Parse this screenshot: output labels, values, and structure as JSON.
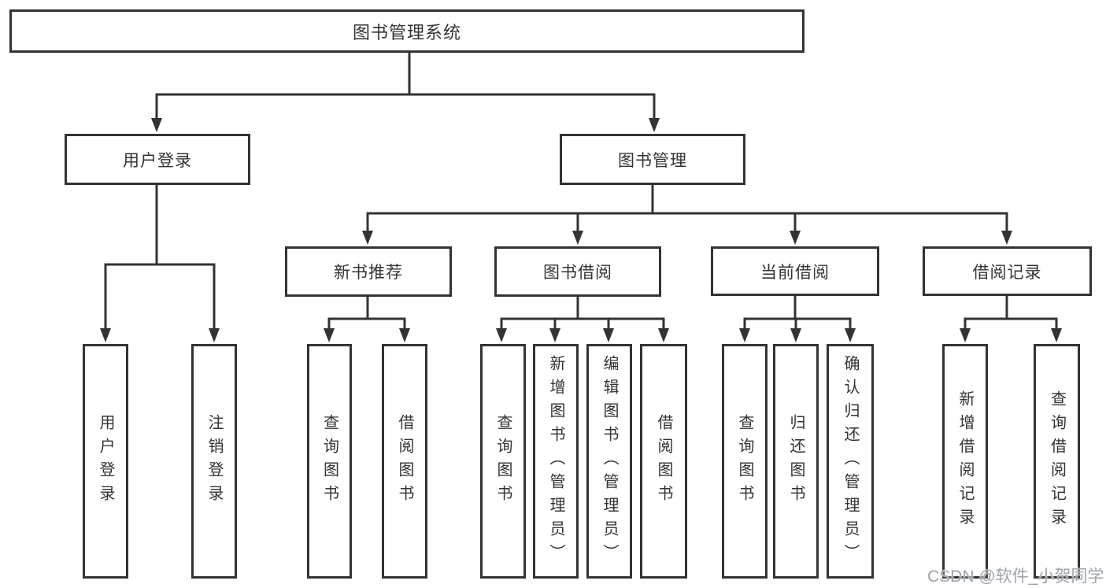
{
  "diagram": {
    "type": "hierarchy",
    "nodes": {
      "root": {
        "label": "图书管理系统"
      },
      "user_login": {
        "label": "用户登录"
      },
      "book_mgmt": {
        "label": "图书管理"
      },
      "new_books": {
        "label": "新书推荐"
      },
      "book_borrow": {
        "label": "图书借阅"
      },
      "current_borrow": {
        "label": "当前借阅"
      },
      "borrow_records": {
        "label": "借阅记录"
      },
      "leaf_user_login": {
        "label": "用户登录"
      },
      "leaf_logout": {
        "label": "注销登录"
      },
      "leaf_nb_query": {
        "label": "查询图书"
      },
      "leaf_nb_borrow": {
        "label": "借阅图书"
      },
      "leaf_bb_query": {
        "label": "查询图书"
      },
      "leaf_bb_add": {
        "label": "新增图书（管理员）"
      },
      "leaf_bb_edit": {
        "label": "编辑图书（管理员）"
      },
      "leaf_bb_borrow": {
        "label": "借阅图书"
      },
      "leaf_cb_query": {
        "label": "查询图书"
      },
      "leaf_cb_return": {
        "label": "归还图书"
      },
      "leaf_cb_confirm": {
        "label": "确认归还（管理员）"
      },
      "leaf_br_add": {
        "label": "新增借阅记录"
      },
      "leaf_br_query": {
        "label": "查询借阅记录"
      }
    },
    "edges": [
      [
        "图书管理系统",
        "用户登录"
      ],
      [
        "图书管理系统",
        "图书管理"
      ],
      [
        "用户登录",
        "用户登录"
      ],
      [
        "用户登录",
        "注销登录"
      ],
      [
        "图书管理",
        "新书推荐"
      ],
      [
        "图书管理",
        "图书借阅"
      ],
      [
        "图书管理",
        "当前借阅"
      ],
      [
        "图书管理",
        "借阅记录"
      ],
      [
        "新书推荐",
        "查询图书"
      ],
      [
        "新书推荐",
        "借阅图书"
      ],
      [
        "图书借阅",
        "查询图书"
      ],
      [
        "图书借阅",
        "新增图书（管理员）"
      ],
      [
        "图书借阅",
        "编辑图书（管理员）"
      ],
      [
        "图书借阅",
        "借阅图书"
      ],
      [
        "当前借阅",
        "查询图书"
      ],
      [
        "当前借阅",
        "归还图书"
      ],
      [
        "当前借阅",
        "确认归还（管理员）"
      ],
      [
        "借阅记录",
        "新增借阅记录"
      ],
      [
        "借阅记录",
        "查询借阅记录"
      ]
    ]
  },
  "watermark": {
    "text": "CSDN @软件_小贺同学"
  },
  "colors": {
    "line": "#333333",
    "box_border": "#333333",
    "text": "#333333",
    "background": "#ffffff",
    "watermark": "#9da3a9"
  }
}
